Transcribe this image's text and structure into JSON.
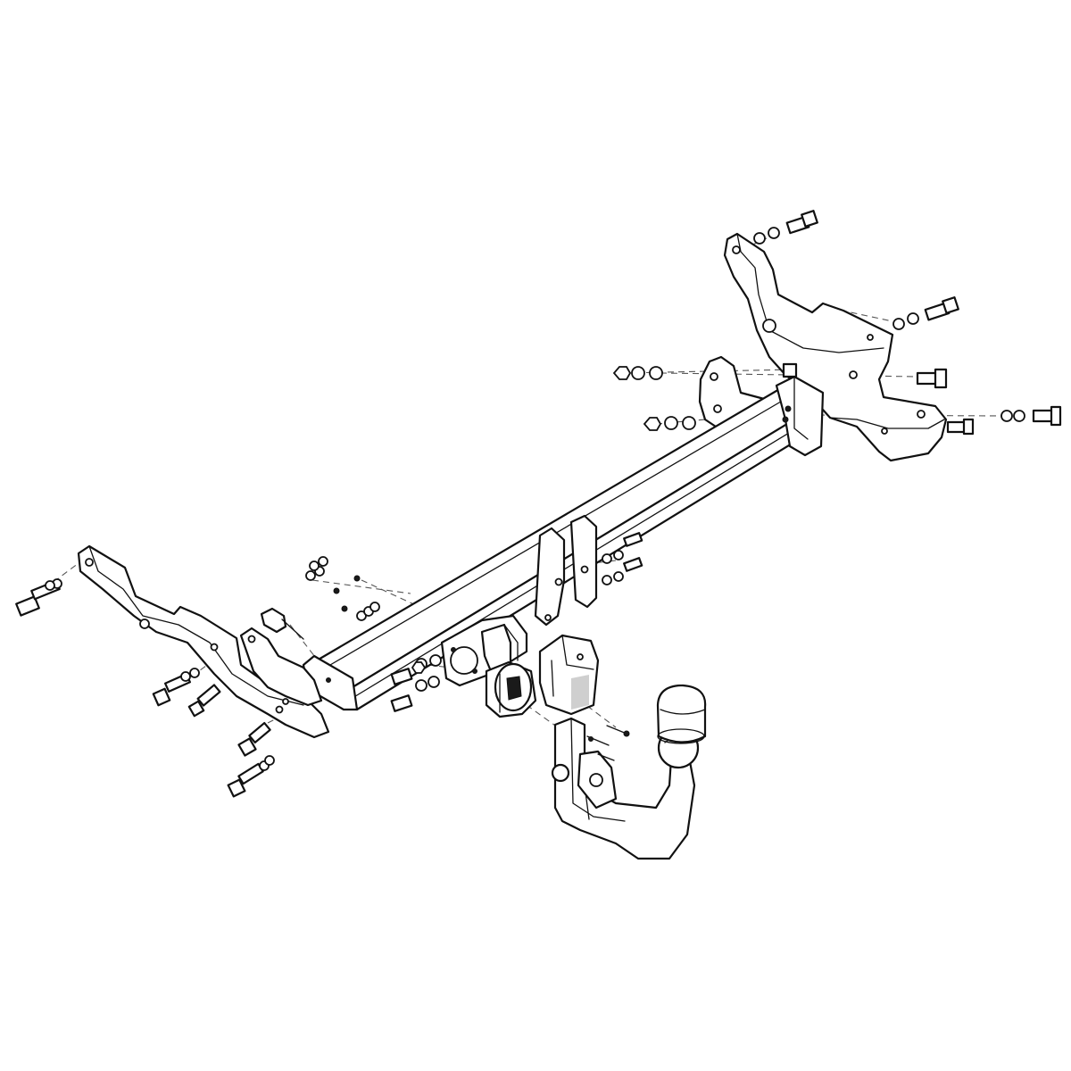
{
  "colors": {
    "line": "#111111",
    "background": "#ffffff",
    "guide": "#555555"
  },
  "parts": {
    "left_bracket": "left-side-mounting-bracket",
    "right_bracket": "right-side-mounting-bracket",
    "crossbar": "main-crossbar-tube",
    "tow_ball_neck": "detachable-tow-ball-neck",
    "ball_cap": "tow-ball-cover-cap",
    "socket": "electrical-socket",
    "socket_plate": "socket-mounting-plate",
    "receiver": "receiver-housing"
  }
}
